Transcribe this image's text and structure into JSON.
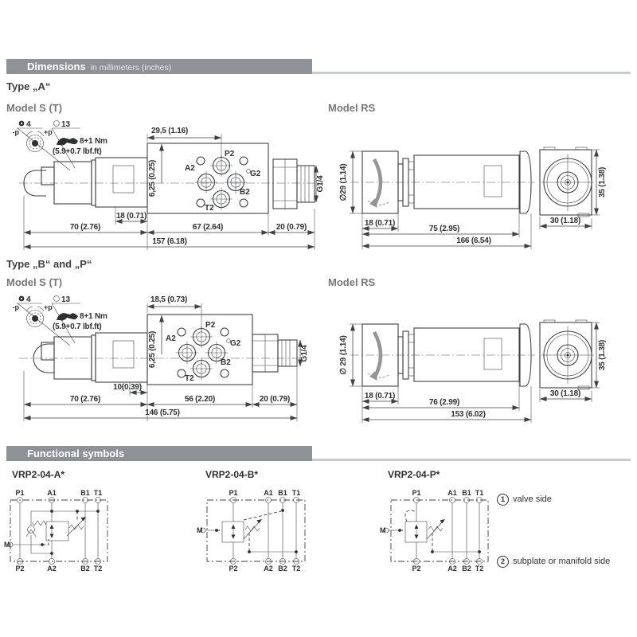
{
  "headers": {
    "dimensions": {
      "title": "Dimensions",
      "subtitle": "in millimeters (inches)"
    },
    "functional": {
      "title": "Functional symbols"
    }
  },
  "labels": {
    "type_a": "Type „A“",
    "type_bp": "Type „B“ and „P“",
    "model_st": "Model S (T)",
    "model_rs": "Model RS"
  },
  "tools": {
    "hex_size": "4",
    "wrench_size": "13",
    "torque_nm": "8+1 Nm",
    "torque_lbf": "(5.9+0.7 lbf.ft)",
    "minus_p": "-p",
    "plus_p": "+p"
  },
  "block_ports": {
    "p": "P2",
    "a": "A2",
    "b": "B2",
    "t": "T2",
    "g": "G2"
  },
  "dims": {
    "a_st": {
      "top": "29,5 (1.16)",
      "offset": "6,25 (0.25)",
      "plate": "18 (0.71)",
      "body": "70 (2.76)",
      "block": "67 (2.64)",
      "stub": "20 (0.79)",
      "total": "157 (6.18)",
      "thread": "G1/4"
    },
    "a_rs": {
      "dia": "∅29 (1.14)",
      "knob": "18 (0.71)",
      "body": "75 (2.95)",
      "total": "166 (6.54)",
      "height": "35 (1.38)",
      "width": "30 (1.18)"
    },
    "bp_st": {
      "top": "18,5 (0.73)",
      "offset": "6,25 (0.25)",
      "plate": "10(0.39)",
      "body": "70 (2.76)",
      "block": "56 (2.20)",
      "stub": "20 (0.79)",
      "total": "146 (5.75)",
      "thread": "G1/4"
    },
    "bp_rs": {
      "dia": "∅ 29 (1.14)",
      "knob": "18 (0.71)",
      "body": "76 (2.99)",
      "total": "153 (6.02)",
      "height": "35 (1.38)",
      "width": "30 (1.18)"
    }
  },
  "functional": {
    "symbols": [
      {
        "label": "VRP2-04-A*",
        "top": [
          "P1",
          "A1",
          "B1",
          "T1"
        ],
        "bottom": [
          "P2",
          "A2",
          "B2",
          "T2"
        ],
        "m": "M"
      },
      {
        "label": "VRP2-04-B*",
        "top": [
          "P1",
          "A1",
          "B1",
          "T1"
        ],
        "bottom": [
          "P2",
          "A2",
          "B2",
          "T2"
        ],
        "m": "M"
      },
      {
        "label": "VRP2-04-P*",
        "top": [
          "P1",
          "A1",
          "B1",
          "T1"
        ],
        "bottom": [
          "P2",
          "A2",
          "B2",
          "T2"
        ],
        "m": "M"
      }
    ],
    "legend": [
      {
        "num": "1",
        "text": "valve side"
      },
      {
        "num": "2",
        "text": "subplate or manifold side"
      }
    ]
  },
  "colors": {
    "header_bar": "#8f9295",
    "header_underline": "#c9cacc",
    "line": "#3e4042",
    "text_dark": "#2e2f31",
    "title_gray": "#75777a",
    "knob_arrow": "#939597"
  }
}
